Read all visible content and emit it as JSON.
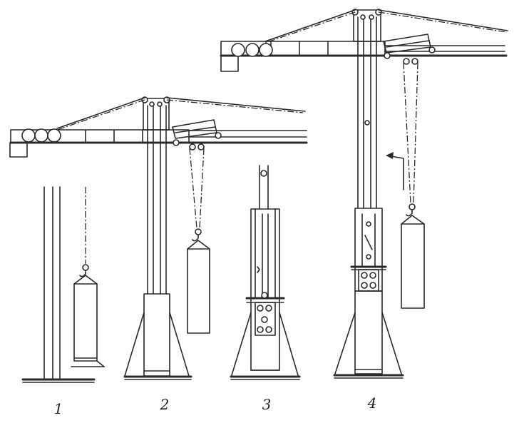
{
  "figure": {
    "stage_labels": [
      "1",
      "2",
      "3",
      "4"
    ]
  }
}
